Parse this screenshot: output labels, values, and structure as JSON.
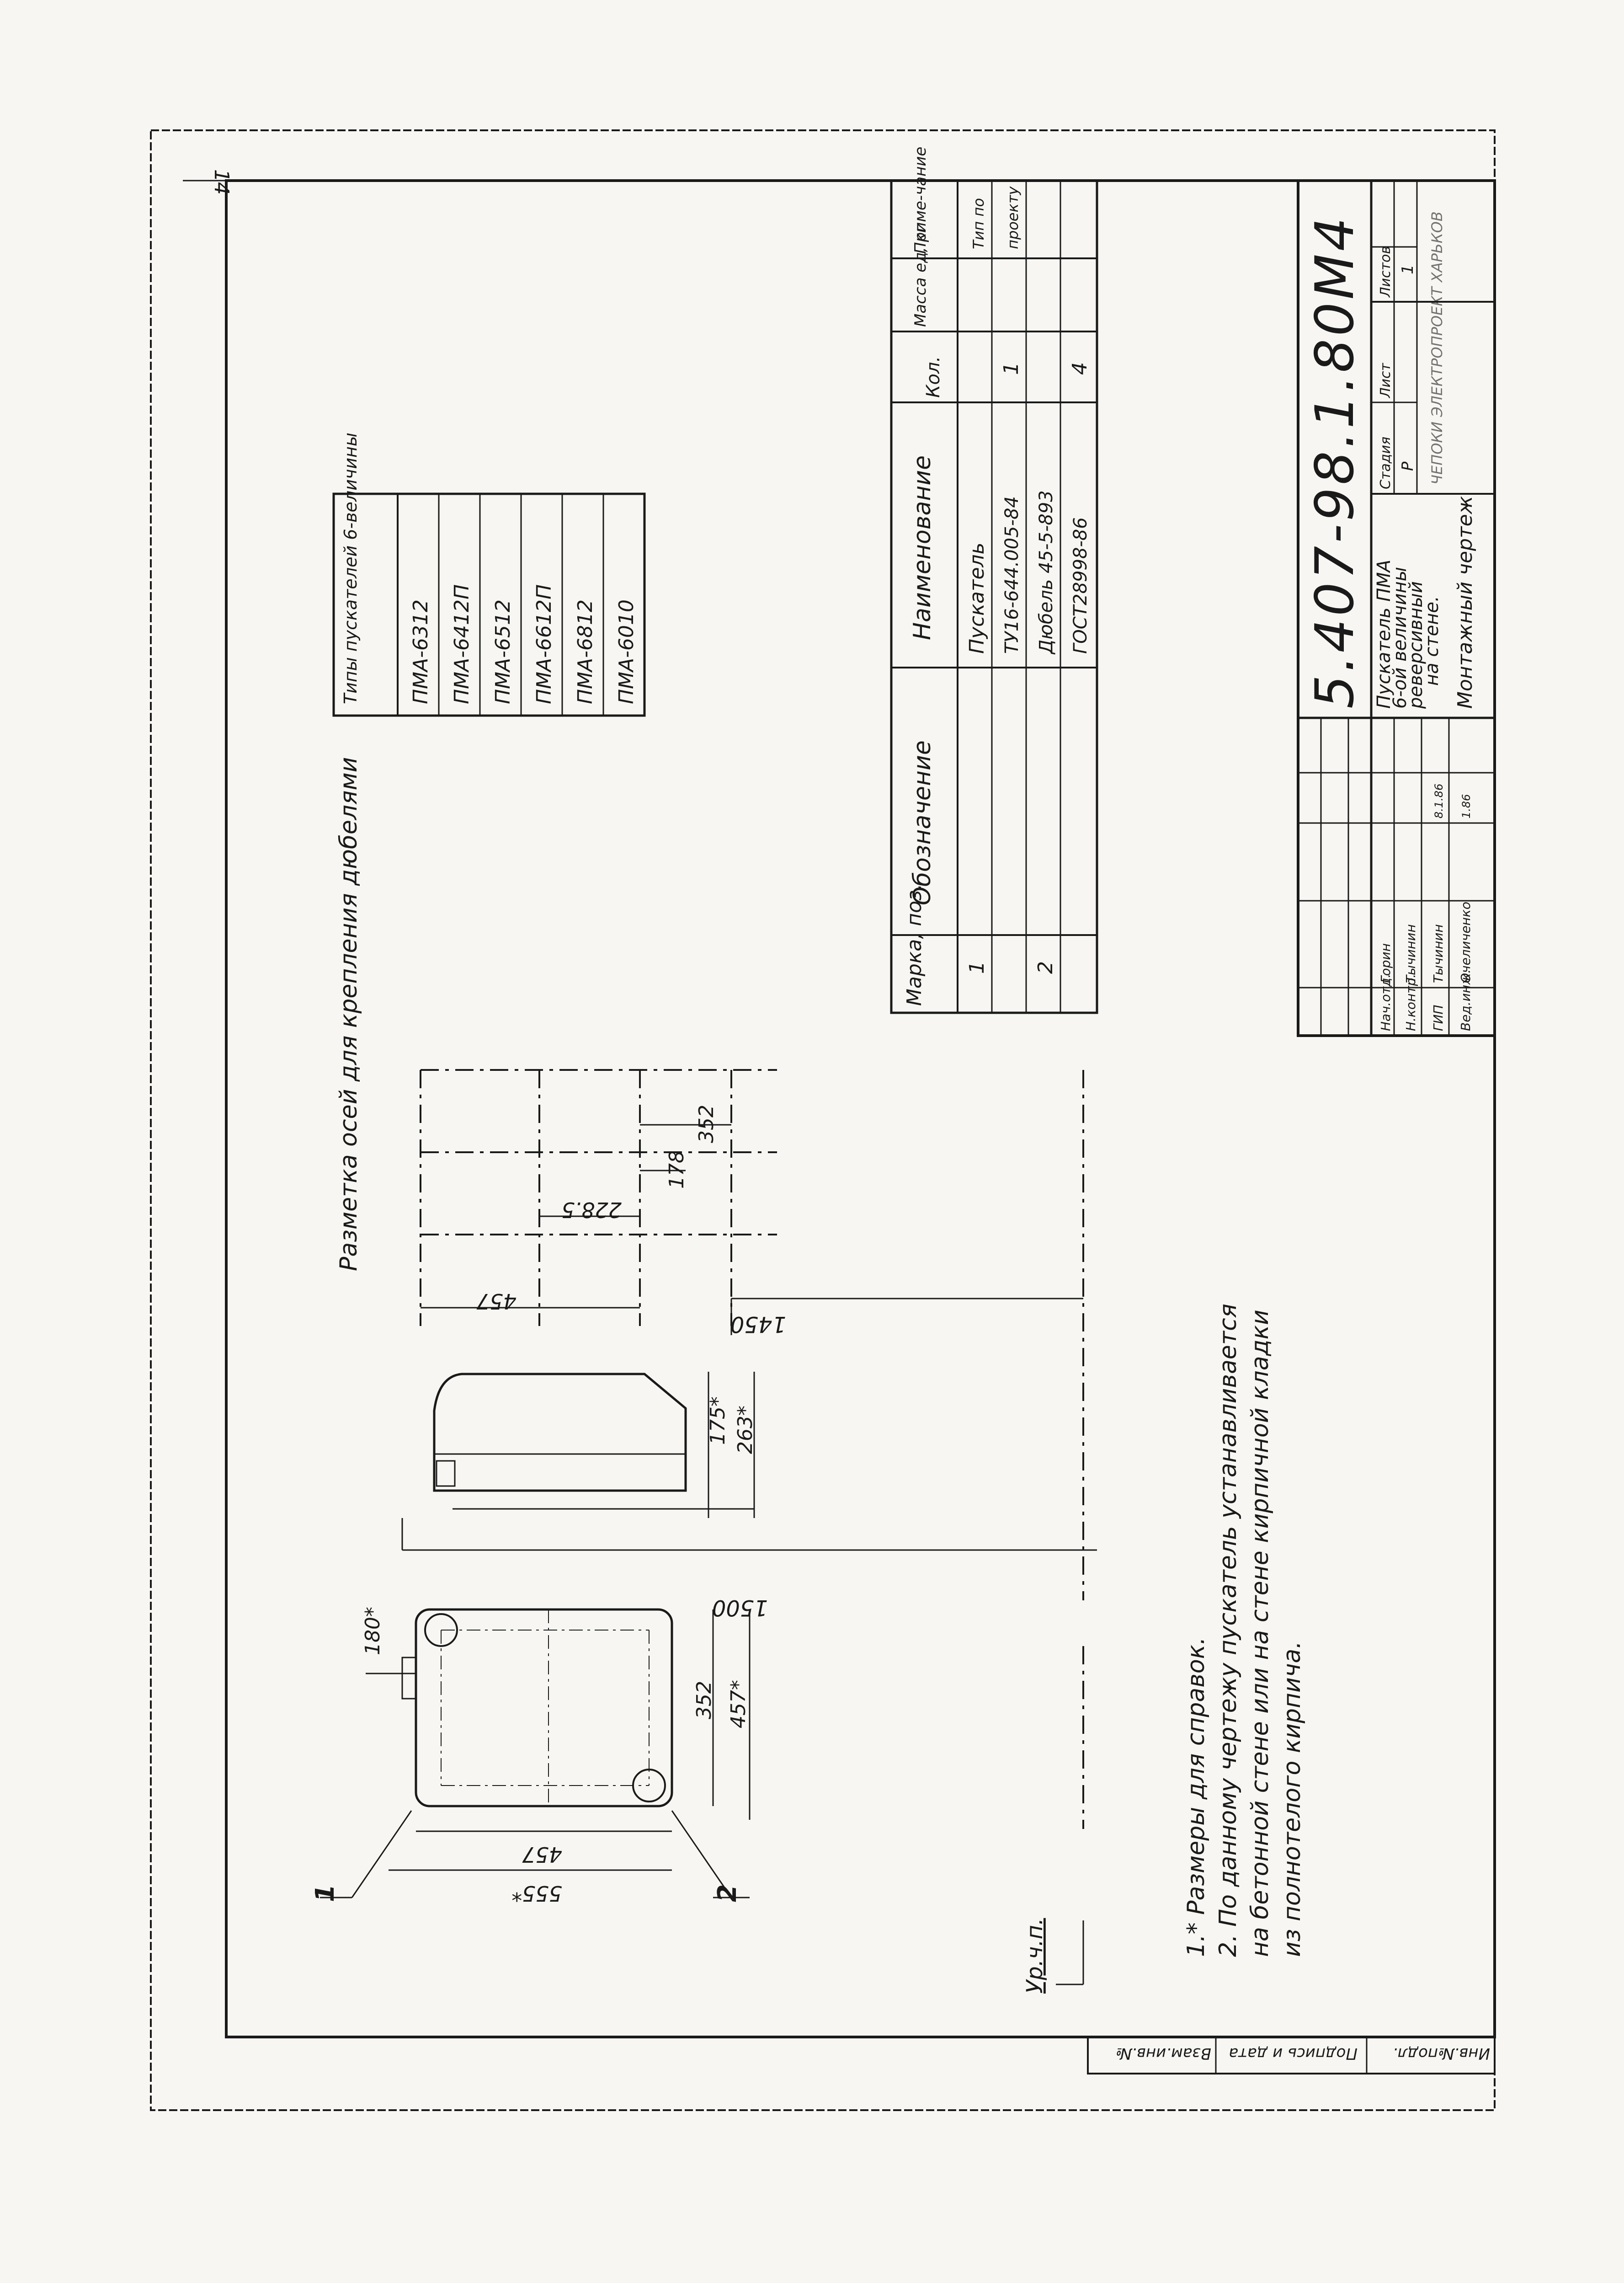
{
  "sheet_page_number": "14",
  "types_table": {
    "heading": "Типы пускателей 6-величины",
    "items": [
      "ПМА-6312",
      "ПМА-6412П",
      "ПМА-6512",
      "ПМА-6612П",
      "ПМА-6812",
      "ПМА-6010"
    ]
  },
  "axes_marking_heading": "Разметка осей для крепления дюбелями",
  "dimensions": {
    "front_width_total": "555*",
    "front_width": "457",
    "front_height_total": "457*",
    "front_height": "352",
    "top_offset": "180*",
    "side_depth_total": "263*",
    "side_depth_inner": "175*",
    "mount_height_1500": "1500",
    "mount_height_1450": "1450",
    "axes_width_457": "457",
    "axes_offset_228": "228.5",
    "axes_vertical_178": "178",
    "axes_vertical_352": "352"
  },
  "callouts": {
    "one": "1",
    "two": "2"
  },
  "floor_level_label": "Ур.ч.п.",
  "notes": [
    "1.* Размеры для справок.",
    "2. По данному чертежу пускатель устанавливается",
    "на бетонной стене или на стене кирпичной кладки",
    "из полнотелого кирпича."
  ],
  "spec_table": {
    "headers": [
      "Марка, поз.",
      "Обозначение",
      "Наименование",
      "Кол.",
      "Масса ед, кг",
      "Приме-чание"
    ],
    "rows": [
      {
        "mark": "1",
        "designation": "",
        "name_lines": [
          "Пускатель",
          "ТУ16-644.005-84"
        ],
        "qty": "1",
        "mass": "",
        "note_lines": [
          "Тип по",
          "проекту"
        ]
      },
      {
        "mark": "2",
        "designation": "",
        "name_lines": [
          "Дюбель 45-5-893",
          "ГОСТ28998-86"
        ],
        "qty": "4",
        "mass": "",
        "note_lines": []
      }
    ]
  },
  "title_block": {
    "doc_code": "5.407-98.1.80М4",
    "title_lines": [
      "Пускатель ПМА",
      "6-ой величины",
      "реверсивный",
      "на стене.",
      "Монтажный чертеж"
    ],
    "stage_header": "Стадия",
    "sheet_header": "Лист",
    "sheets_header": "Листов",
    "stage": "Р",
    "sheets": "1",
    "roles": [
      "Нач.отд.",
      "Н.контр.",
      "ГИП",
      "Вед.инж."
    ],
    "names": [
      "Горин",
      "Тычинин",
      "Тычинин",
      "Очеличенко"
    ],
    "dates": [
      "",
      "",
      "8.1.86",
      "1.86"
    ],
    "organization": "ЧЕПОКИ ЭЛЕКТРОПРОЕКТ ХАРЬКОВ"
  },
  "side_stamp_labels": [
    "Инв.№подл.",
    "Подпись и дата",
    "Взам.инв.№"
  ],
  "colors": {
    "ink": "#1a1a1a",
    "paper": "#f7f6f2"
  }
}
